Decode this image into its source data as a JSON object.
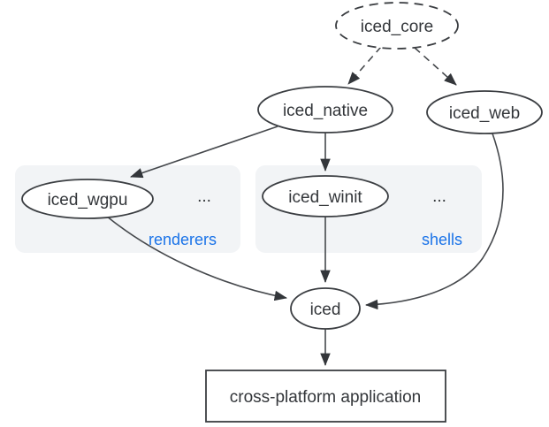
{
  "diagram": {
    "type": "dependency-graph",
    "nodes": {
      "iced_core": {
        "label": "iced_core",
        "shape": "ellipse",
        "border": "dashed"
      },
      "iced_native": {
        "label": "iced_native",
        "shape": "ellipse",
        "border": "solid"
      },
      "iced_web": {
        "label": "iced_web",
        "shape": "ellipse",
        "border": "solid"
      },
      "iced_wgpu": {
        "label": "iced_wgpu",
        "shape": "ellipse",
        "border": "solid"
      },
      "iced_winit": {
        "label": "iced_winit",
        "shape": "ellipse",
        "border": "solid"
      },
      "iced": {
        "label": "iced",
        "shape": "ellipse",
        "border": "solid"
      },
      "application": {
        "label": "cross-platform application",
        "shape": "rectangle",
        "border": "solid"
      }
    },
    "clusters": {
      "renderers": {
        "label": "renderers",
        "ellipsis": "...",
        "contains": [
          "iced_wgpu"
        ]
      },
      "shells": {
        "label": "shells",
        "ellipsis": "...",
        "contains": [
          "iced_winit"
        ]
      }
    },
    "edges": [
      {
        "from": "iced_core",
        "to": "iced_native",
        "style": "dashed"
      },
      {
        "from": "iced_core",
        "to": "iced_web",
        "style": "dashed"
      },
      {
        "from": "iced_native",
        "to": "iced_wgpu",
        "style": "solid"
      },
      {
        "from": "iced_native",
        "to": "iced_winit",
        "style": "solid"
      },
      {
        "from": "iced_wgpu",
        "to": "iced",
        "style": "solid"
      },
      {
        "from": "iced_winit",
        "to": "iced",
        "style": "solid"
      },
      {
        "from": "iced_web",
        "to": "iced",
        "style": "solid"
      },
      {
        "from": "iced",
        "to": "application",
        "style": "solid"
      }
    ],
    "colors": {
      "background": "#ffffff",
      "node_fill": "#ffffff",
      "node_border": "#3b3e42",
      "edge": "#45484c",
      "text": "#33363a",
      "cluster_fill": "#f2f4f6",
      "cluster_label": "#1a73e8"
    }
  }
}
